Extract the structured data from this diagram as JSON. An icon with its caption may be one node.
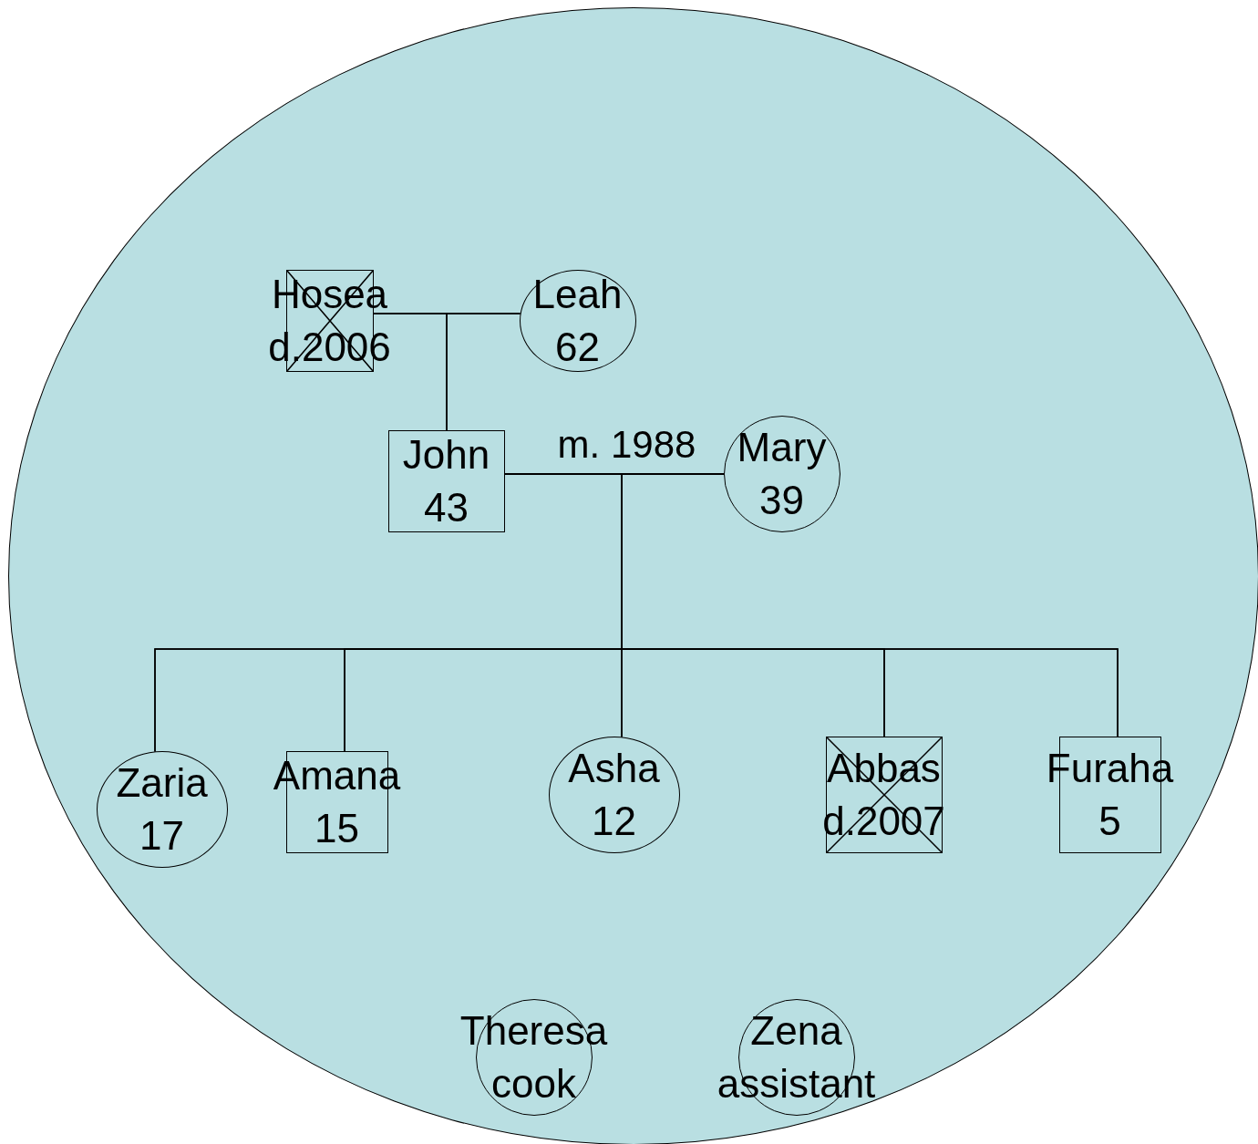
{
  "diagram": {
    "nodes": [
      {
        "text": [],
        "shape": "circle"
      },
      {
        "text": [
          "Hosea",
          "d.2006"
        ],
        "in": 0
      },
      {
        "text": [
          "Leah",
          "62"
        ],
        "in": 0
      },
      {
        "text": [
          "John",
          "43"
        ],
        "in": 0
      },
      {
        "text": [
          "Mary",
          "39"
        ],
        "in": 0
      },
      {
        "text": [
          "Zaria",
          "17"
        ],
        "in": 0
      },
      {
        "text": [
          "Amana",
          "15"
        ],
        "in": 0
      },
      {
        "text": [
          "Asha",
          "12"
        ],
        "in": 0
      },
      {
        "text": [
          "Abbas",
          "d.2007"
        ],
        "in": 0
      },
      {
        "text": [
          "Furaha",
          "5"
        ],
        "in": 0
      },
      {
        "text": [
          "Theresa",
          "cook"
        ],
        "in": 0
      },
      {
        "text": [
          "Zena",
          "assistant"
        ],
        "in": 0
      }
    ],
    "edges": [
      {
        "from": 1,
        "to": 2,
        "arrow": "none"
      },
      {
        "from": 1,
        "to": 3,
        "arrow": "none"
      },
      {
        "from": 2,
        "to": 3,
        "arrow": "none"
      },
      {
        "from": 3,
        "to": 4,
        "arrow": "none",
        "label": "m. 1988"
      },
      {
        "from": 3,
        "to": 5,
        "arrow": "none"
      },
      {
        "from": 3,
        "to": 6,
        "arrow": "none"
      },
      {
        "from": 3,
        "to": 7,
        "arrow": "none"
      },
      {
        "from": 3,
        "to": 8,
        "arrow": "none"
      },
      {
        "from": 3,
        "to": 9,
        "arrow": "none"
      },
      {
        "from": 4,
        "to": 5,
        "arrow": "none"
      },
      {
        "from": 4,
        "to": 6,
        "arrow": "none"
      },
      {
        "from": 4,
        "to": 7,
        "arrow": "none"
      },
      {
        "from": 4,
        "to": 8,
        "arrow": "none"
      },
      {
        "from": 4,
        "to": 9,
        "arrow": "none"
      }
    ]
  }
}
